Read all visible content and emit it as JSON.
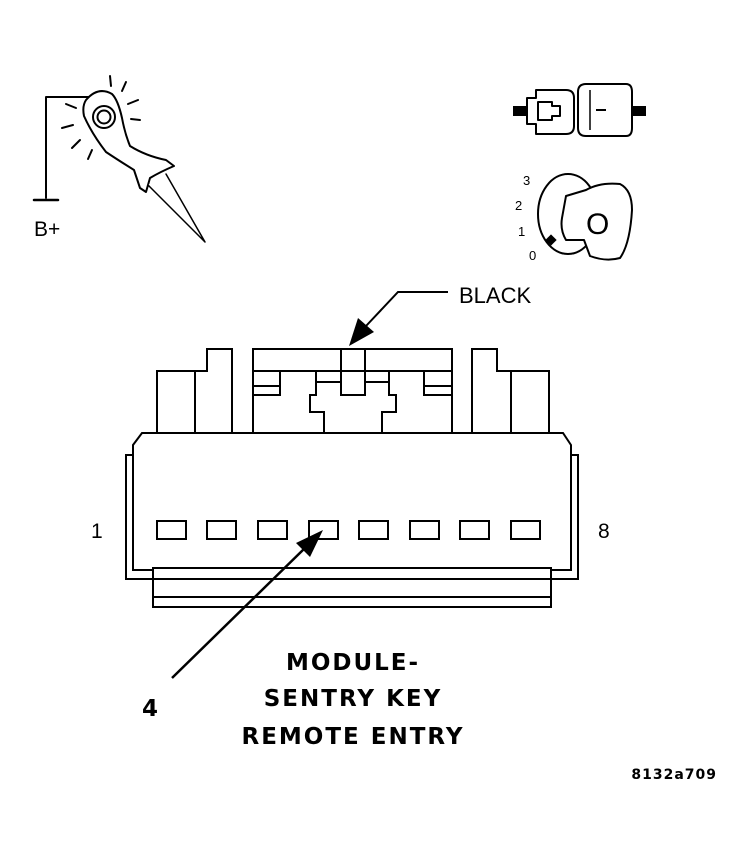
{
  "probe": {
    "supply_label": "B+"
  },
  "ignition": {
    "positions": [
      "3",
      "2",
      "1",
      "0"
    ],
    "key_symbol": "O"
  },
  "connector": {
    "color_label": "BLACK",
    "pin_first": "1",
    "pin_last": "8",
    "pin_count": 8,
    "callout_pin": "4"
  },
  "title": {
    "line1": "MODULE-",
    "line2": "SENTRY KEY",
    "line3": "REMOTE ENTRY"
  },
  "figure_code": "8132a709",
  "colors": {
    "ink": "#000000",
    "paper": "#ffffff"
  }
}
